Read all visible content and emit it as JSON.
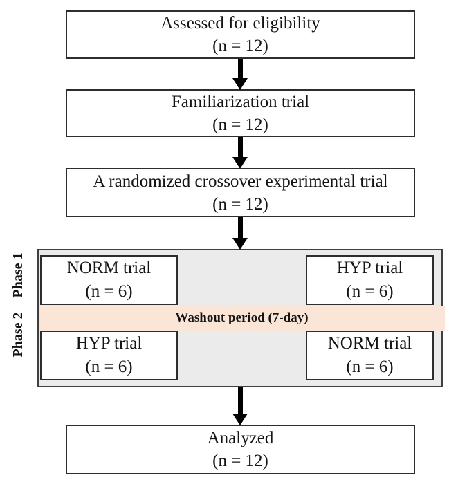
{
  "colors": {
    "washout_bg": "#fbe5d6",
    "panel_bg": "#ebebeb",
    "box_border": "#2d2d2d",
    "panel_border": "#3f3f3f",
    "arrow": "#000000",
    "text": "#141414"
  },
  "flowchart": {
    "boxes": {
      "assessed": {
        "line1": "Assessed for eligibility",
        "line2": "(n = 12)"
      },
      "familiarization": {
        "line1": "Familiarization trial",
        "line2": "(n = 12)"
      },
      "randomized": {
        "line1": "A randomized crossover experimental trial",
        "line2": "(n = 12)"
      },
      "analyzed": {
        "line1": "Analyzed",
        "line2": "(n = 12)"
      }
    },
    "crossover": {
      "phase1_label": "Phase 1",
      "phase2_label": "Phase 2",
      "phase1_left": {
        "line1": "NORM trial",
        "line2": "(n = 6)"
      },
      "phase1_right": {
        "line1": "HYP trial",
        "line2": "(n = 6)"
      },
      "washout_label": "Washout period (7-day)",
      "phase2_left": {
        "line1": "HYP trial",
        "line2": "(n = 6)"
      },
      "phase2_right": {
        "line1": "NORM trial",
        "line2": "(n = 6)"
      }
    }
  }
}
